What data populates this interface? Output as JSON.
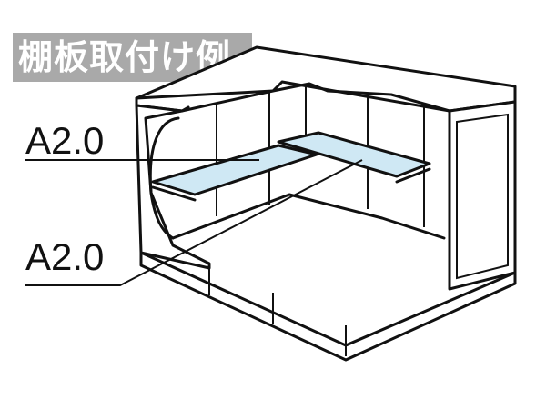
{
  "title": "棚板取付け例",
  "callouts": [
    {
      "label": "A2.0"
    },
    {
      "label": "A2.0"
    }
  ],
  "colors": {
    "title_bg": "#a9a9a9",
    "shelf_fill": "#cfe8f4",
    "outline": "#111111"
  }
}
